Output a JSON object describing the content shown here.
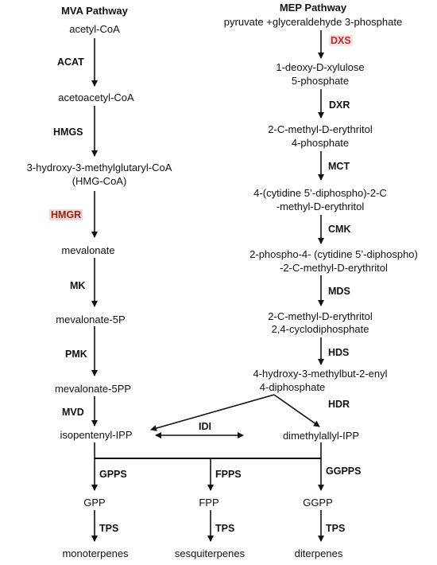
{
  "mva": {
    "title": "MVA Pathway",
    "acetyl_coa": "acetyl-CoA",
    "acat": "ACAT",
    "acetoacetyl_coa": "acetoacetyl-CoA",
    "hmgs": "HMGS",
    "hmg_coa_line1": "3-hydroxy-3-methylglutaryl-CoA",
    "hmg_coa_line2": "(HMG-CoA)",
    "hmgr": "HMGR",
    "mevalonate": "mevalonate",
    "mk": "MK",
    "mevalonate_5p": "mevalonate-5P",
    "pmk": "PMK",
    "mevalonate_5pp": "mevalonate-5PP",
    "mvd": "MVD",
    "ipp": "isopentenyl-IPP"
  },
  "mep": {
    "title": "MEP Pathway",
    "substrates": "pyruvate +glyceraldehyde 3-phosphate",
    "dxs": "DXS",
    "dxp_line1": "1-deoxy-D-xylulose",
    "dxp_line2": "5-phosphate",
    "dxr": "DXR",
    "mep_line1": "2-C-methyl-D-erythritol",
    "mep_line2": "4-phosphate",
    "mct": "MCT",
    "cdp_me_line1": "4-(cytidine 5’-diphospho)-2-C",
    "cdp_me_line2": "-methyl-D-erythritol",
    "cmk": "CMK",
    "cdp_mep_line1": "2-phospho-4- (cytidine 5’-diphospho)",
    "cdp_mep_line2": "-2-C-methyl-D-erythritol",
    "mds": "MDS",
    "mecpp_line1": "2-C-methyl-D-erythritol",
    "mecpp_line2": "2,4-cyclodiphosphate",
    "hds": "HDS",
    "hmbpp_line1": "4-hydroxy-3-methylbut-2-enyl",
    "hmbpp_line2": "4-diphosphate",
    "hdr": "HDR",
    "dmapp": "dimethylallyl-IPP"
  },
  "junction": {
    "idi": "IDI"
  },
  "products": {
    "gpps": "GPPS",
    "fpps": "FPPS",
    "ggpps": "GGPPS",
    "gpp": "GPP",
    "fpp": "FPP",
    "ggpp": "GGPP",
    "tps_1": "TPS",
    "tps_2": "TPS",
    "tps_3": "TPS",
    "monoterpenes": "monoterpenes",
    "sesquiterpenes": "sesquiterpenes",
    "diterpenes": "diterpenes"
  },
  "colors": {
    "line": "#111111",
    "hmgr_text": "#8b2a10",
    "hmgr_bg": "#f6d6d6",
    "dxs_text": "#b03030",
    "dxs_bg": "#fbe0e0"
  }
}
